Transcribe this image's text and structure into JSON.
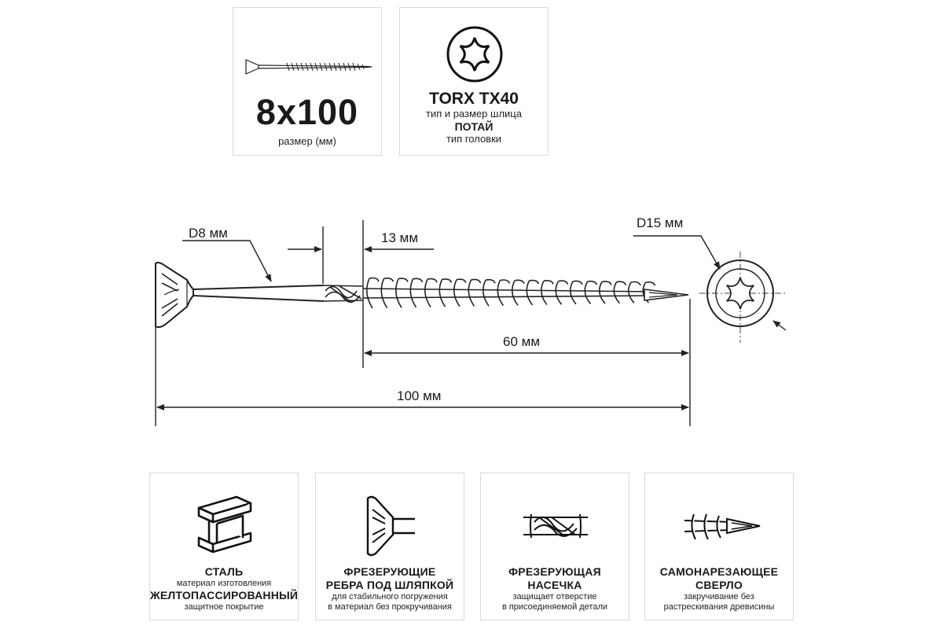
{
  "top_cards": {
    "size": {
      "value": "8x100",
      "caption": "размер (мм)"
    },
    "drive": {
      "type": "TORX TX40",
      "type_caption": "тип и размер шлица",
      "head": "ПОТАЙ",
      "head_caption": "тип головки"
    }
  },
  "dimensions": {
    "shank_diameter": "D8 мм",
    "unthreaded_gap": "13 мм",
    "thread_length": "60 мм",
    "total_length": "100 мм",
    "head_diameter": "D15 мм"
  },
  "features": [
    {
      "icon": "steel-i-beam-icon",
      "title": "СТАЛЬ",
      "desc": "материал изготовления",
      "title2": "ЖЕЛТОПАССИРОВАННЫЙ",
      "desc2": "защитное покрытие"
    },
    {
      "icon": "head-ribs-icon",
      "title": "ФРЕЗЕРУЮЩИЕ",
      "title_b": "РЕБРА ПОД ШЛЯПКОЙ",
      "desc": "для стабильного погружения",
      "desc_b": "в материал без прокручивания"
    },
    {
      "icon": "milling-notch-icon",
      "title": "ФРЕЗЕРУЮЩАЯ",
      "title_b": "НАСЕЧКА",
      "desc": "защищает отверстие",
      "desc_b": "в присоединяемой детали"
    },
    {
      "icon": "self-drilling-tip-icon",
      "title": "САМОНАРЕЗАЮЩЕЕ",
      "title_b": "СВЕРЛО",
      "desc": "закручивание без",
      "desc_b": "растрескивания древисины"
    }
  ]
}
